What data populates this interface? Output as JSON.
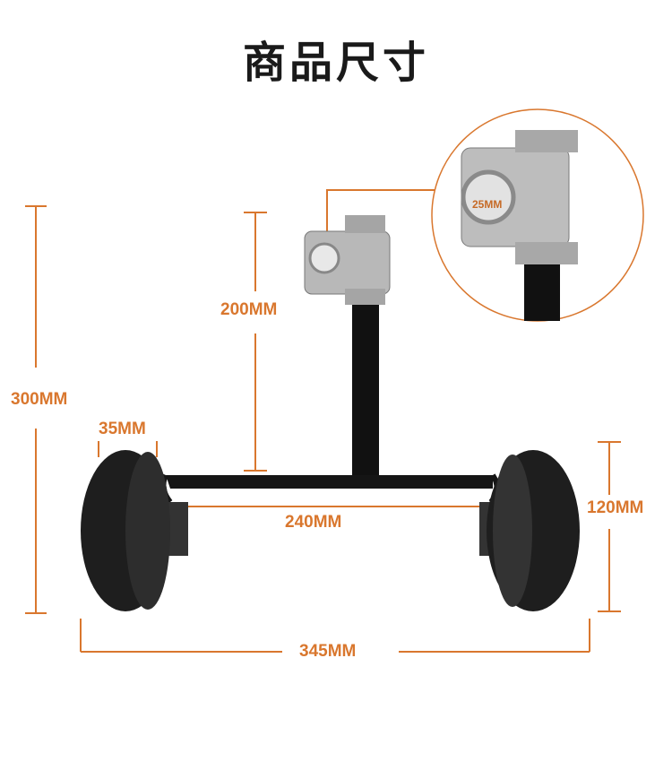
{
  "title": "商品尺寸",
  "dimensions": {
    "height_total": "300MM",
    "pole_height": "200MM",
    "wheel_width": "35MM",
    "axle_width": "240MM",
    "wheel_diameter": "120MM",
    "total_width": "345MM",
    "clamp_diameter": "25MM"
  },
  "colors": {
    "accent": "#d9772e",
    "metal": "#b8b8b8",
    "wheel": "#1e1e1e"
  }
}
